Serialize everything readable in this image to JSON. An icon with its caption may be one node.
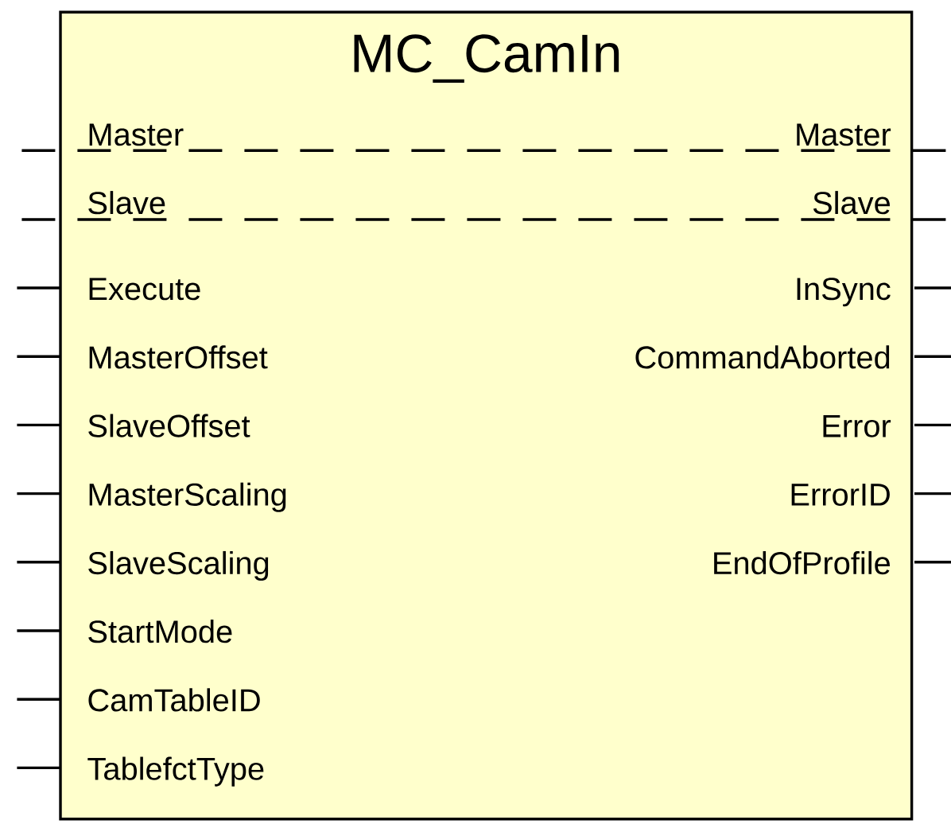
{
  "diagram": {
    "nodes": [
      {
        "text": [
          "MC_CamIn"
        ]
      }
    ],
    "labels": [
      "Master",
      "Master",
      "Slave",
      "Slave",
      "Execute",
      "InSync",
      "MasterOffset",
      "CommandAborted",
      "SlaveOffset",
      "Error",
      "MasterScaling",
      "ErrorID",
      "SlaveScaling",
      "EndOfProfile",
      "StartMode",
      "CamTableID",
      "TablefctType"
    ]
  }
}
